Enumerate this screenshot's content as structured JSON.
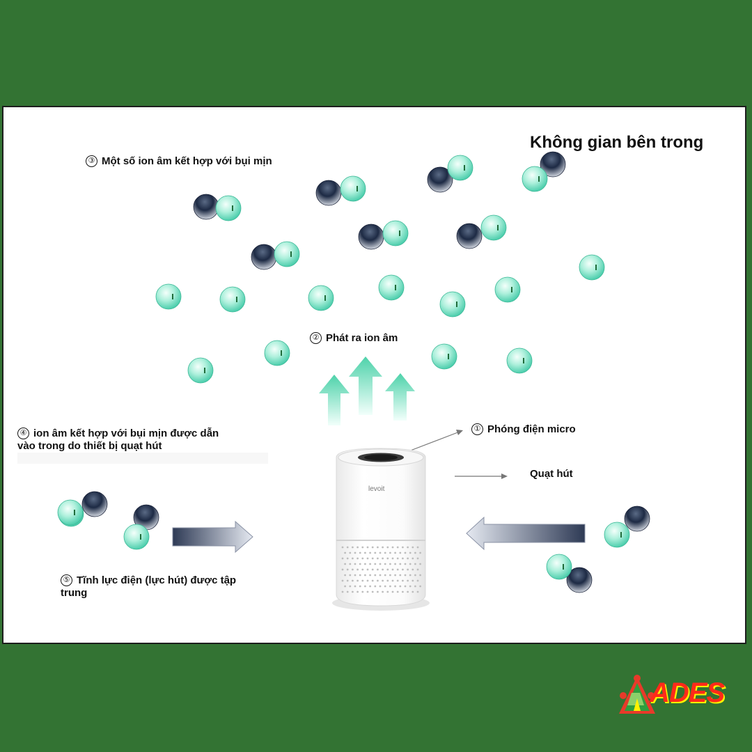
{
  "diagram": {
    "title": "Không gian bên trong",
    "steps": [
      {
        "num": "③",
        "text": "Một số ion âm kết hợp với bụi mịn"
      },
      {
        "num": "②",
        "text": "Phát ra ion âm"
      },
      {
        "num": "①",
        "text": "Phóng điện micro"
      },
      {
        "num": "",
        "text": "Quạt hút"
      },
      {
        "num": "④",
        "text": "ion âm kết hợp với bụi mịn được dẫn vào trong do thiết bị quạt hút"
      },
      {
        "num": "⑤",
        "text": "Tĩnh lực điện (lực hút) được tập trung"
      }
    ],
    "device_brand": "levoit",
    "colors": {
      "ion": "#58dcc0",
      "dust": "#1c2840",
      "arrow_up": "#5bd3b0",
      "background": "#337333"
    }
  },
  "logo": {
    "text": "ADES",
    "color": "#ff2a1a"
  }
}
